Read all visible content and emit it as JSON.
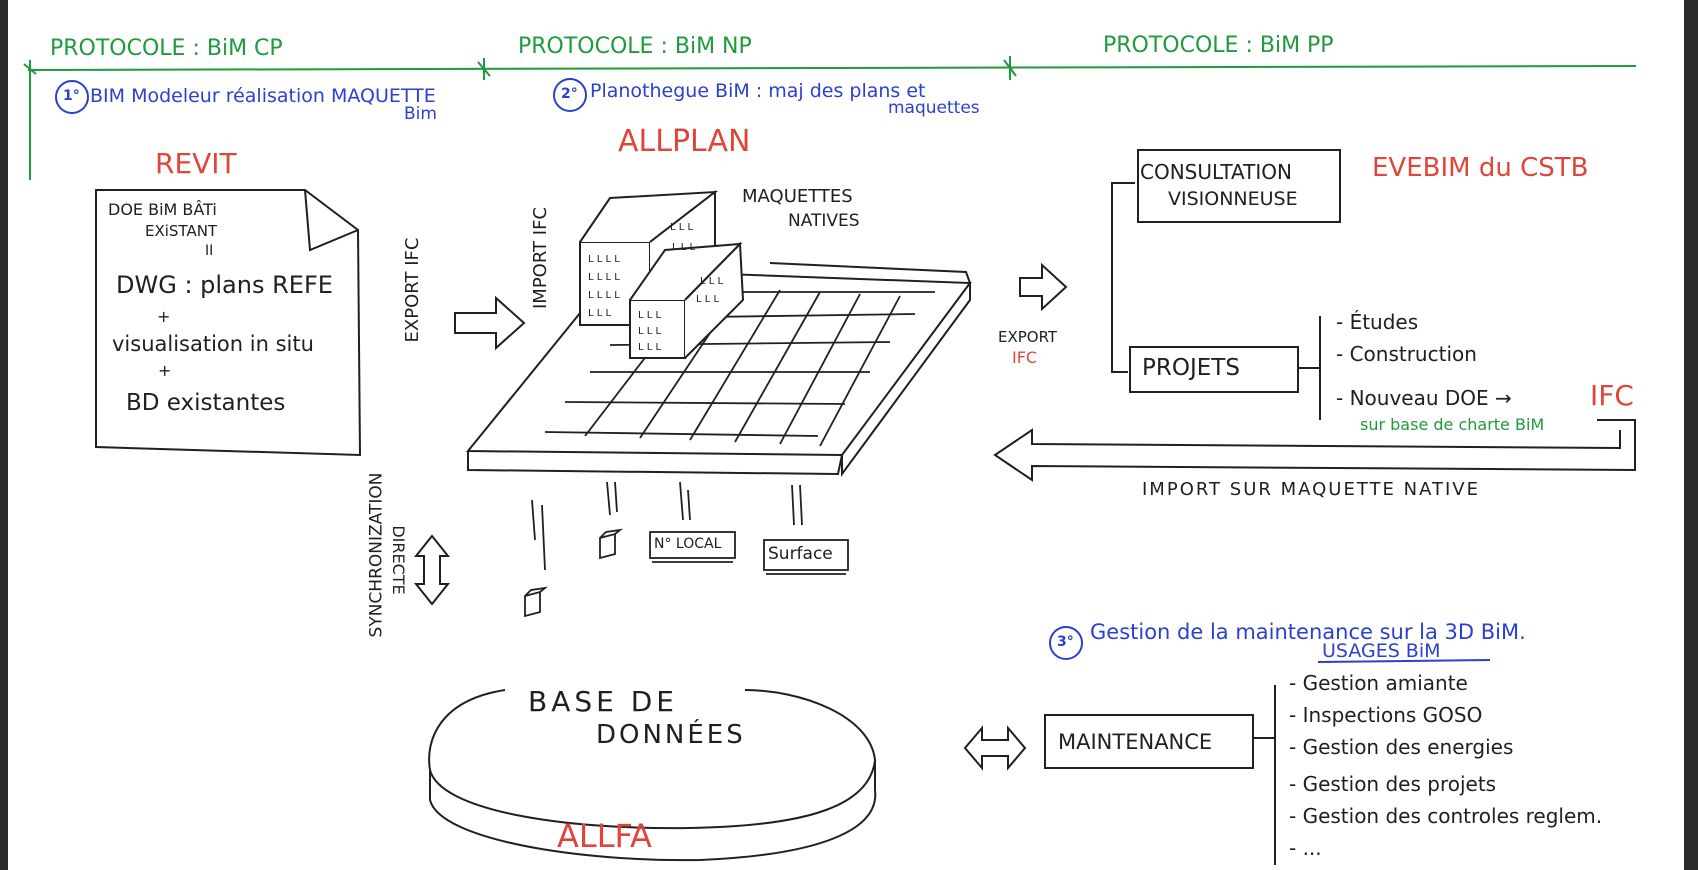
{
  "protocols": {
    "cp": "PROTOCOLE : BiM CP",
    "np": "PROTOCOLE : BiM NP",
    "pp": "PROTOCOLE : BiM PP"
  },
  "steps": {
    "step1_number": "1°",
    "step1_text": "BIM Modeleur réalisation MAQUETTE",
    "step1_text2": "Bim",
    "step2_number": "2°",
    "step2_text": "Planothegue BiM : maj des plans et",
    "step2_text2": "maquettes",
    "step3_number": "3°",
    "step3_text": "Gestion de la maintenance sur la 3D BiM."
  },
  "software": {
    "revit": "REVIT",
    "allplan": "ALLPLAN",
    "evebim": "EVEBIM du CSTB",
    "allfa": "ALLFA"
  },
  "doe_document": {
    "line1": "DOE BiM BÂTi",
    "line2": "EXiSTANT",
    "line3": "II",
    "line4": "DWG : plans REFE",
    "line5": "+",
    "line6": "visualisation in situ",
    "line7": "+",
    "line8": "BD existantes"
  },
  "labels": {
    "export_ifc_vertical": "EXPORT IFC",
    "import_ifc_vertical": "IMPORT IFC",
    "maquettes_natives_1": "MAQUETTES",
    "maquettes_natives_2": "NATIVES",
    "export_ifc_1": "EXPORT",
    "export_ifc_2": "IFC",
    "import_sur_maquette": "IMPORT SUR MAQUETTE NATIVE",
    "synchronization": "SYNCHRONIZATION",
    "directe": "DIRECTE",
    "no_local": "N° LOCAL",
    "surface": "Surface",
    "base_de_donnees_1": "BASE DE",
    "base_de_donnees_2": "DONNÉES"
  },
  "consultation": {
    "line1": "CONSULTATION",
    "line2": "VISIONNEUSE"
  },
  "projets": {
    "box": "PROJETS",
    "items": [
      "- Études",
      "- Construction",
      "- Nouveau DOE →"
    ],
    "ifc": "IFC",
    "charte": "sur base de charte BiM"
  },
  "maintenance": {
    "usages_title": "USAGES BiM",
    "box": "MAINTENANCE",
    "items": [
      "- Gestion amiante",
      "- Inspections GOSO",
      "- Gestion des energies",
      "- Gestion des projets",
      "- Gestion des controles reglem.",
      "- ..."
    ]
  },
  "colors": {
    "green": "#1f9a3c",
    "blue": "#2b3fd0",
    "red": "#e0453a",
    "ink": "#202020",
    "paper": "#ffffff",
    "frame": "#2a2a2a"
  }
}
